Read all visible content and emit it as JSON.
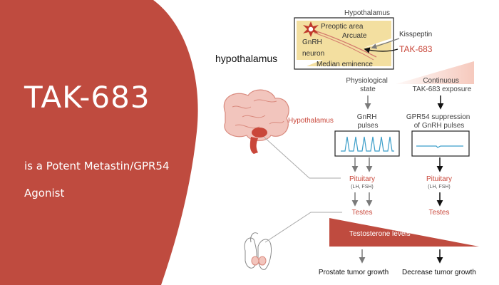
{
  "colors": {
    "brand": "#bf4b3f",
    "accent_text": "#c9473a",
    "inset_fill": "#f3dfa0",
    "pulse_line": "#3b9ec9",
    "brain_pink": "#f2c5bd",
    "brain_line": "#d98a7e"
  },
  "left_panel": {
    "title": "TAK-683",
    "line1": "is a Potent Metastin/GPR54",
    "line2": "Agonist"
  },
  "inset": {
    "caption_top": "Hypothalamus",
    "preoptic": "Preoptic area",
    "arcuate": "Arcuate",
    "gnrh": "GnRH",
    "neuron": "neuron",
    "median": "Median eminence",
    "kisspeptin": "Kisspeptin",
    "tak": "TAK-683",
    "side_label": "hypothalamus",
    "neuron_icon": "neuron-icon"
  },
  "flow": {
    "physiological": [
      "Physiological",
      "state"
    ],
    "continuous": [
      "Continuous",
      "TAK-683 exposure"
    ],
    "gnrh_pulses": [
      "GnRH",
      "pulses"
    ],
    "suppression": [
      "GPR54 suppression",
      "of GnRH pulses"
    ],
    "hypothalamus_label": "Hypothalamus",
    "pituitary": "Pituitary",
    "lh_fsh": "(LH, FSH)",
    "testes": "Testes",
    "testosterone": "Testosterone levels",
    "outcome_left": "Prostate tumor growth",
    "outcome_right": "Decrease tumor growth"
  },
  "icons": {
    "brain": "brain-icon",
    "anatomy": "male-anatomy-icon",
    "pulse_chart": "pulse-chart-icon",
    "flat_chart": "flat-chart-icon"
  }
}
